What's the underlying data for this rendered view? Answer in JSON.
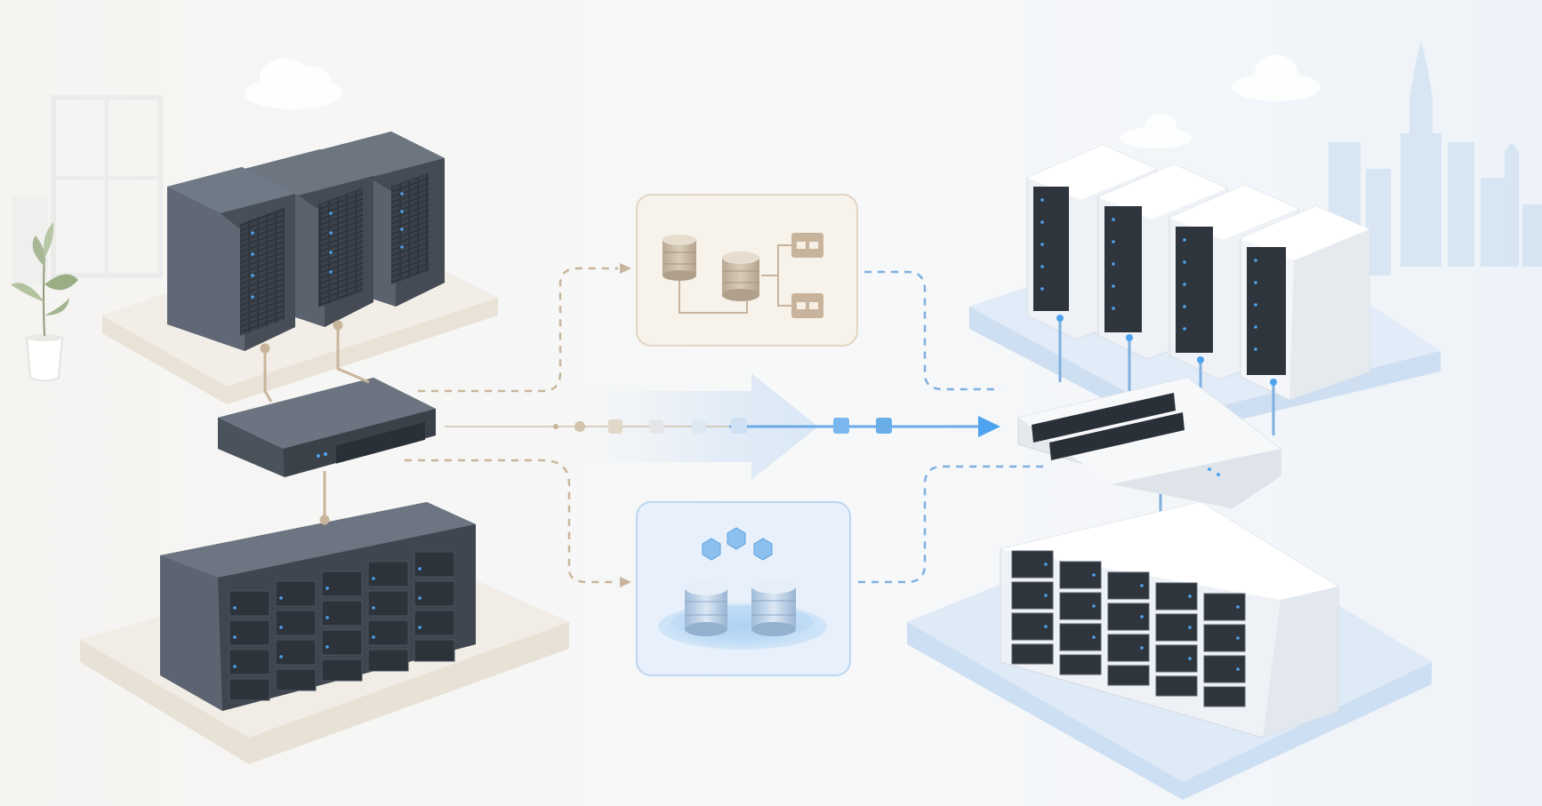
{
  "colors": {
    "background": "#f6f6f4",
    "source_dark_server": "#5a6370",
    "source_dark_server_front": "#3c434d",
    "source_platform": "#efebe3",
    "source_link": "#c9b59c",
    "migration_box_tan": "#f7f2ea",
    "migration_box_blue": "#e8f1fb",
    "target_white_server": "#f1f3f6",
    "target_platform": "#dce8f6",
    "target_link": "#7fb0de",
    "accent_led": "#4ea3ef"
  },
  "nodes": [
    {
      "name": "source-tower-servers",
      "icon": "tower-server-icon",
      "count": 3
    },
    {
      "name": "source-network-switch",
      "icon": "network-switch-icon"
    },
    {
      "name": "source-storage-array",
      "icon": "storage-array-icon"
    },
    {
      "name": "middle-database-cluster",
      "icon": "database-icon"
    },
    {
      "name": "middle-cloud-storage",
      "icon": "cloud-storage-icon"
    },
    {
      "name": "target-tower-servers",
      "icon": "tower-server-icon",
      "count": 4
    },
    {
      "name": "target-network-switch",
      "icon": "network-switch-icon"
    },
    {
      "name": "target-storage-array",
      "icon": "storage-array-icon"
    }
  ],
  "decor": [
    "plant-icon",
    "window-icon",
    "cloud-icon",
    "city-skyline-icon"
  ]
}
